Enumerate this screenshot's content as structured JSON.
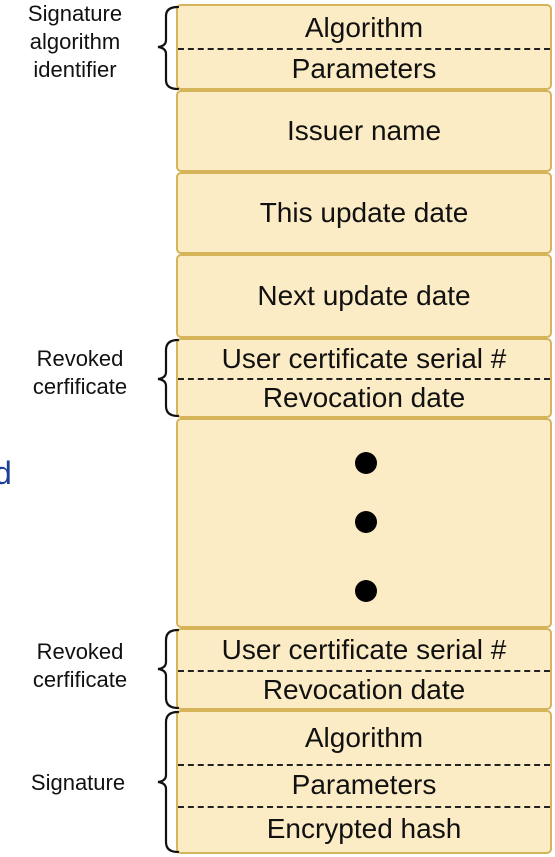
{
  "stray_text": "d",
  "signature_algorithm": {
    "label": "Signature\nalgorithm\nidentifier",
    "fields": [
      "Algorithm",
      "Parameters"
    ]
  },
  "issuer": "Issuer name",
  "this_update": "This update date",
  "next_update": "Next update date",
  "revoked_1": {
    "label": "Revoked\ncerfificate",
    "fields": [
      "User certificate serial #",
      "Revocation date"
    ]
  },
  "revoked_2": {
    "label": "Revoked\ncerfificate",
    "fields": [
      "User certificate serial #",
      "Revocation date"
    ]
  },
  "signature": {
    "label": "Signature",
    "fields": [
      "Algorithm",
      "Parameters",
      "Encrypted hash"
    ]
  },
  "colors": {
    "box_fill": "#fcecc5",
    "box_border": "#d6b45a",
    "stray_text": "#1a3f99"
  }
}
